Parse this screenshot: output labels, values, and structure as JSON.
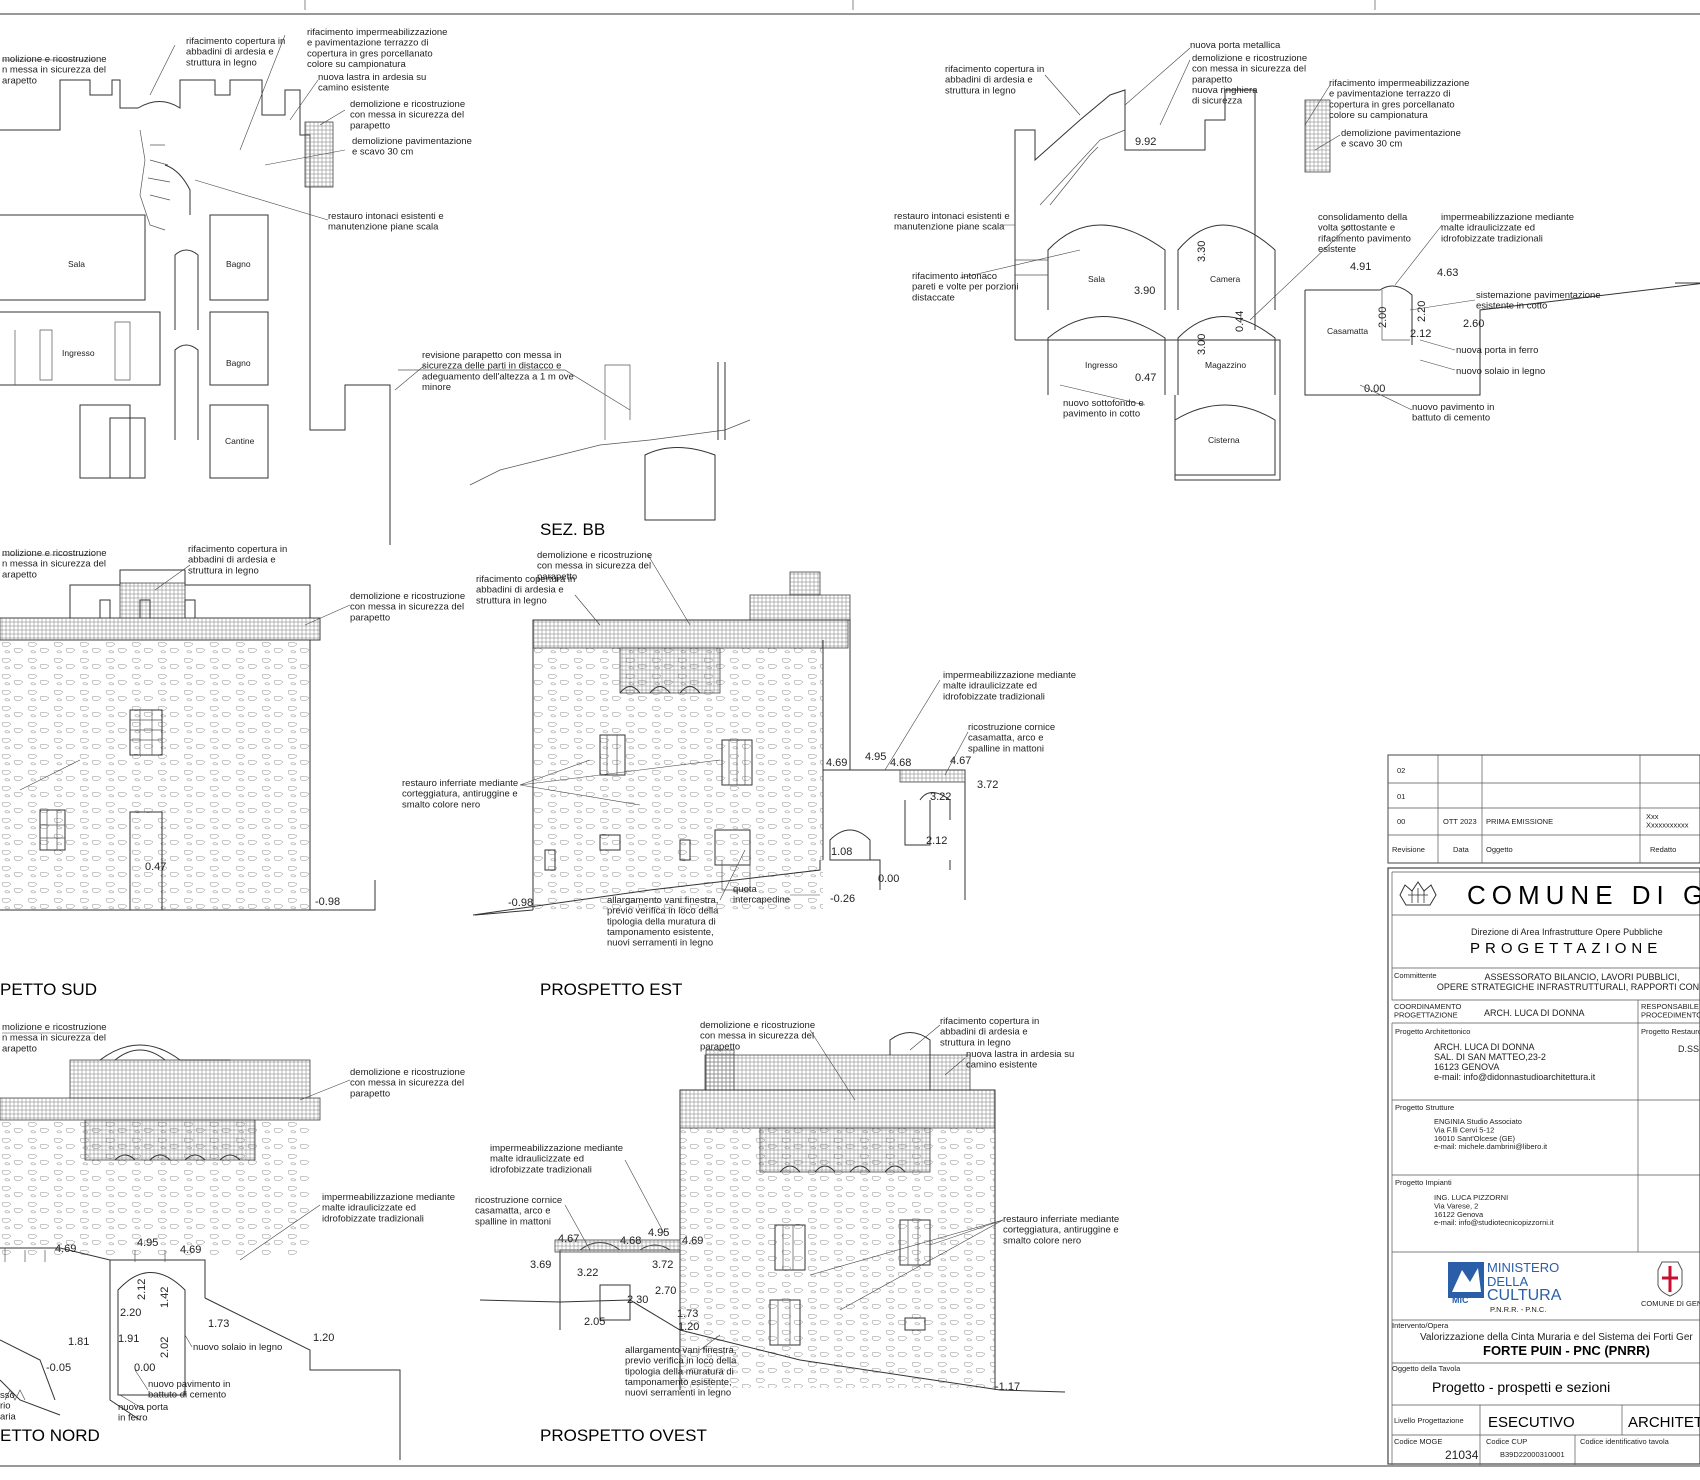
{
  "views": {
    "sez_aa": {
      "annotations": [
        "molizione e ricostruzione\nn messa in sicurezza del\narapetto",
        "rifacimento copertura in\nabbadini di ardesia e\nstruttura in legno",
        "rifacimento impermeabilizzazione\ne pavimentazione terrazzo di\ncopertura in gres porcellanato\ncolore su campionatura",
        "nuova lastra in ardesia su\ncamino esistente",
        "demolizione e ricostruzione\ncon messa in sicurezza del\nparapetto",
        "demolizione pavimentazione\ne scavo 30 cm",
        "restauro intonaci esistenti e\nmanutenzione piane scala",
        "revisione parapetto con messa in\nsicurezza delle parti in distacco e\nadeguamento dell'altezza a 1 m ove\nminore"
      ],
      "rooms": [
        "Sala",
        "Bagno",
        "Ingresso",
        "Bagno",
        "Cantine"
      ]
    },
    "sez_bb": {
      "title": "SEZ. BB",
      "annotations": [
        "rifacimento copertura in\nabbadini di ardesia e\nstruttura in legno",
        "nuova porta metallica",
        "demolizione e ricostruzione\ncon messa in sicurezza del\nparapetto\nnuova ringhiera\ndi sicurezza",
        "rifacimento impermeabilizzazione\ne pavimentazione terrazzo di\ncopertura in gres porcellanato\ncolore su campionatura",
        "demolizione pavimentazione\ne scavo 30 cm",
        "restauro intonaci esistenti e\nmanutenzione piane scala",
        "consolidamento della\nvolta sottostante e\nrifacimento pavimento\nesistente",
        "impermeabilizzazione mediante\nmalte idraulicizzate ed\nidrofobizzate tradizionali",
        "rifacimento intonaco\npareti e volte per porzioni\ndistaccate",
        "sistemazione pavimentazione\nesistente in cotto",
        "nuova porta in ferro",
        "nuovo solaio in legno",
        "nuovo sottofondo e\npavimento in cotto",
        "nuovo pavimento in\nbattuto di cemento"
      ],
      "rooms": [
        "Sala",
        "Camera",
        "Casamatta",
        "Ingresso",
        "Magazzino",
        "Cisterna"
      ],
      "dims": [
        "9.92",
        "3.30",
        "3.90",
        "4.91",
        "4.63",
        "2.00",
        "2.20",
        "2.12",
        "2.60",
        "0.44",
        "3.00",
        "0.47",
        "0.00"
      ]
    },
    "prospetto_sud": {
      "title": "PETTO SUD",
      "annotations": [
        "molizione e ricostruzione\nn messa in sicurezza del\narapetto",
        "rifacimento copertura in\nabbadini di ardesia e\nstruttura in legno",
        "demolizione e ricostruzione\ncon messa in sicurezza del\nparapetto"
      ],
      "dims": [
        "0.47",
        "-0.98"
      ]
    },
    "prospetto_est": {
      "title": "PROSPETTO EST",
      "annotations": [
        "demolizione e ricostruzione\ncon messa in sicurezza del\nparapetto",
        "rifacimento copertura in\nabbadini di ardesia e\nstruttura in legno",
        "impermeabilizzazione mediante\nmalte idraulicizzate ed\nidrofobizzate tradizionali",
        "ricostruzione cornice\ncasamatta, arco e\nspalline in mattoni",
        "restauro inferriate mediante\ncorteggiatura, antiruggine e\nsmalto colore nero",
        "allargamento vani finestra,\nprevio verifica in loco della\ntipologia della muratura di\ntamponamento esistente,\nnuovi serramenti in legno",
        "quota\nintercapedine"
      ],
      "dims": [
        "4.69",
        "4.95",
        "4.68",
        "4.67",
        "3.72",
        "3.22",
        "2.12",
        "1.08",
        "0.00",
        "-0.26",
        "-0.98"
      ]
    },
    "prospetto_nord": {
      "title": "ETTO NORD",
      "annotations": [
        "molizione e ricostruzione\nn messa in sicurezza del\narapetto",
        "demolizione e ricostruzione\ncon messa in sicurezza del\nparapetto",
        "impermeabilizzazione mediante\nmalte idraulicizzate ed\nidrofobizzate tradizionali",
        "nuovo solaio in legno",
        "nuovo pavimento in\nbattuto di cemento",
        "nuova porta\nin ferro",
        "sso\nrio\naria"
      ],
      "dims": [
        "4.95",
        "4.69",
        "4.69",
        "2.12",
        "1.42",
        "2.20",
        "1.73",
        "1.20",
        "1.81",
        "1.91",
        "2.02",
        "0.00",
        "-0.05"
      ]
    },
    "prospetto_ovest": {
      "title": "PROSPETTO OVEST",
      "annotations": [
        "demolizione e ricostruzione\ncon messa in sicurezza del\nparapetto",
        "rifacimento copertura in\nabbadini di ardesia e\nstruttura in legno",
        "nuova lastra in ardesia su\ncamino esistente",
        "impermeabilizzazione mediante\nmalte idraulicizzate ed\nidrofobizzate tradizionali",
        "ricostruzione cornice\ncasamatta, arco e\nspalline in mattoni",
        "restauro inferriate mediante\ncorteggiatura, antiruggine e\nsmalto colore nero",
        "allargamento vani finestra,\nprevio verifica in loco della\ntipologia della muratura di\ntamponamento esistente,\nnuovi serramenti in legno"
      ],
      "dims": [
        "4.67",
        "4.68",
        "4.95",
        "4.69",
        "3.69",
        "3.22",
        "3.72",
        "2.70",
        "2.30",
        "2.05",
        "1.73",
        "1.20",
        "-1.17"
      ]
    }
  },
  "title_block": {
    "revisions": {
      "rows": [
        {
          "rev": "02",
          "date": "",
          "obj": "",
          "by": ""
        },
        {
          "rev": "01",
          "date": "",
          "obj": "",
          "by": ""
        },
        {
          "rev": "00",
          "date": "OTT 2023",
          "obj": "PRIMA EMISSIONE",
          "by": "Xxx\nXxxxxxxxxxx"
        }
      ],
      "headers": [
        "Revisione",
        "Data",
        "Oggetto",
        "Redatto"
      ]
    },
    "comune": "COMUNE DI GE",
    "direzione": "Direzione di Area Infrastrutture Opere Pubbliche",
    "progettazione": "PROGETTAZIONE",
    "committente_label": "Committente",
    "committente": "ASSESSORATO BILANCIO, LAVORI PUBBLICI,\nOPERE STRATEGICHE INFRASTRUTTURALI, RAPPORTI CON I MUN",
    "coordinamento_label": "COORDINAMENTO\nPROGETTAZIONE",
    "coordinamento": "ARCH. LUCA DI DONNA",
    "responsabile_label": "RESPONSABILE U\nPROCEDIMENTO",
    "arch_label": "Progetto Architettonico",
    "arch": "ARCH. LUCA DI DONNA\nSAL. DI SAN MATTEO,23-2\n16123 GENOVA\ne-mail: info@didonnastudioarchitettura.it",
    "restauro_label": "Progetto Restauro",
    "restauro": "D.SS",
    "strutture_label": "Progetto Strutture",
    "strutture": "ENGINIA Studio Associato\nVia F.lli Cervi 5-12\n16010 Sant'Olcese (GE)\ne-mail: michele.dambrini@libero.it",
    "impianti_label": "Progetto Impianti",
    "impianti": "ING. LUCA PIZZORNI\nVia Varese, 2\n16122 Genova\ne-mail: info@studiotecnicopizzorni.it",
    "ministero": [
      "MINISTERO",
      "DELLA",
      "CULTURA"
    ],
    "mic": "MiC",
    "pnrr": "P.N.R.R. - P.N.C.",
    "comune_di_gen": "COMUNE DI GEN",
    "intervento_label": "Intervento/Opera",
    "intervento": "Valorizzazione della Cinta Muraria e del Sistema dei Forti Ger",
    "forte": "FORTE PUIN  - PNC (PNRR)",
    "oggetto_label": "Oggetto della Tavola",
    "oggetto": "Progetto - prospetti e sezioni",
    "livello_label": "Livello Progettazione",
    "livello": "ESECUTIVO",
    "architet": "ARCHITET",
    "codice_moge_label": "Codice MOGE",
    "codice_moge": "21034",
    "codice_cup_label": "Codice CUP",
    "codice_cup": "B39D22000310001",
    "codice_ident_label": "Codice identificativo tavola"
  }
}
